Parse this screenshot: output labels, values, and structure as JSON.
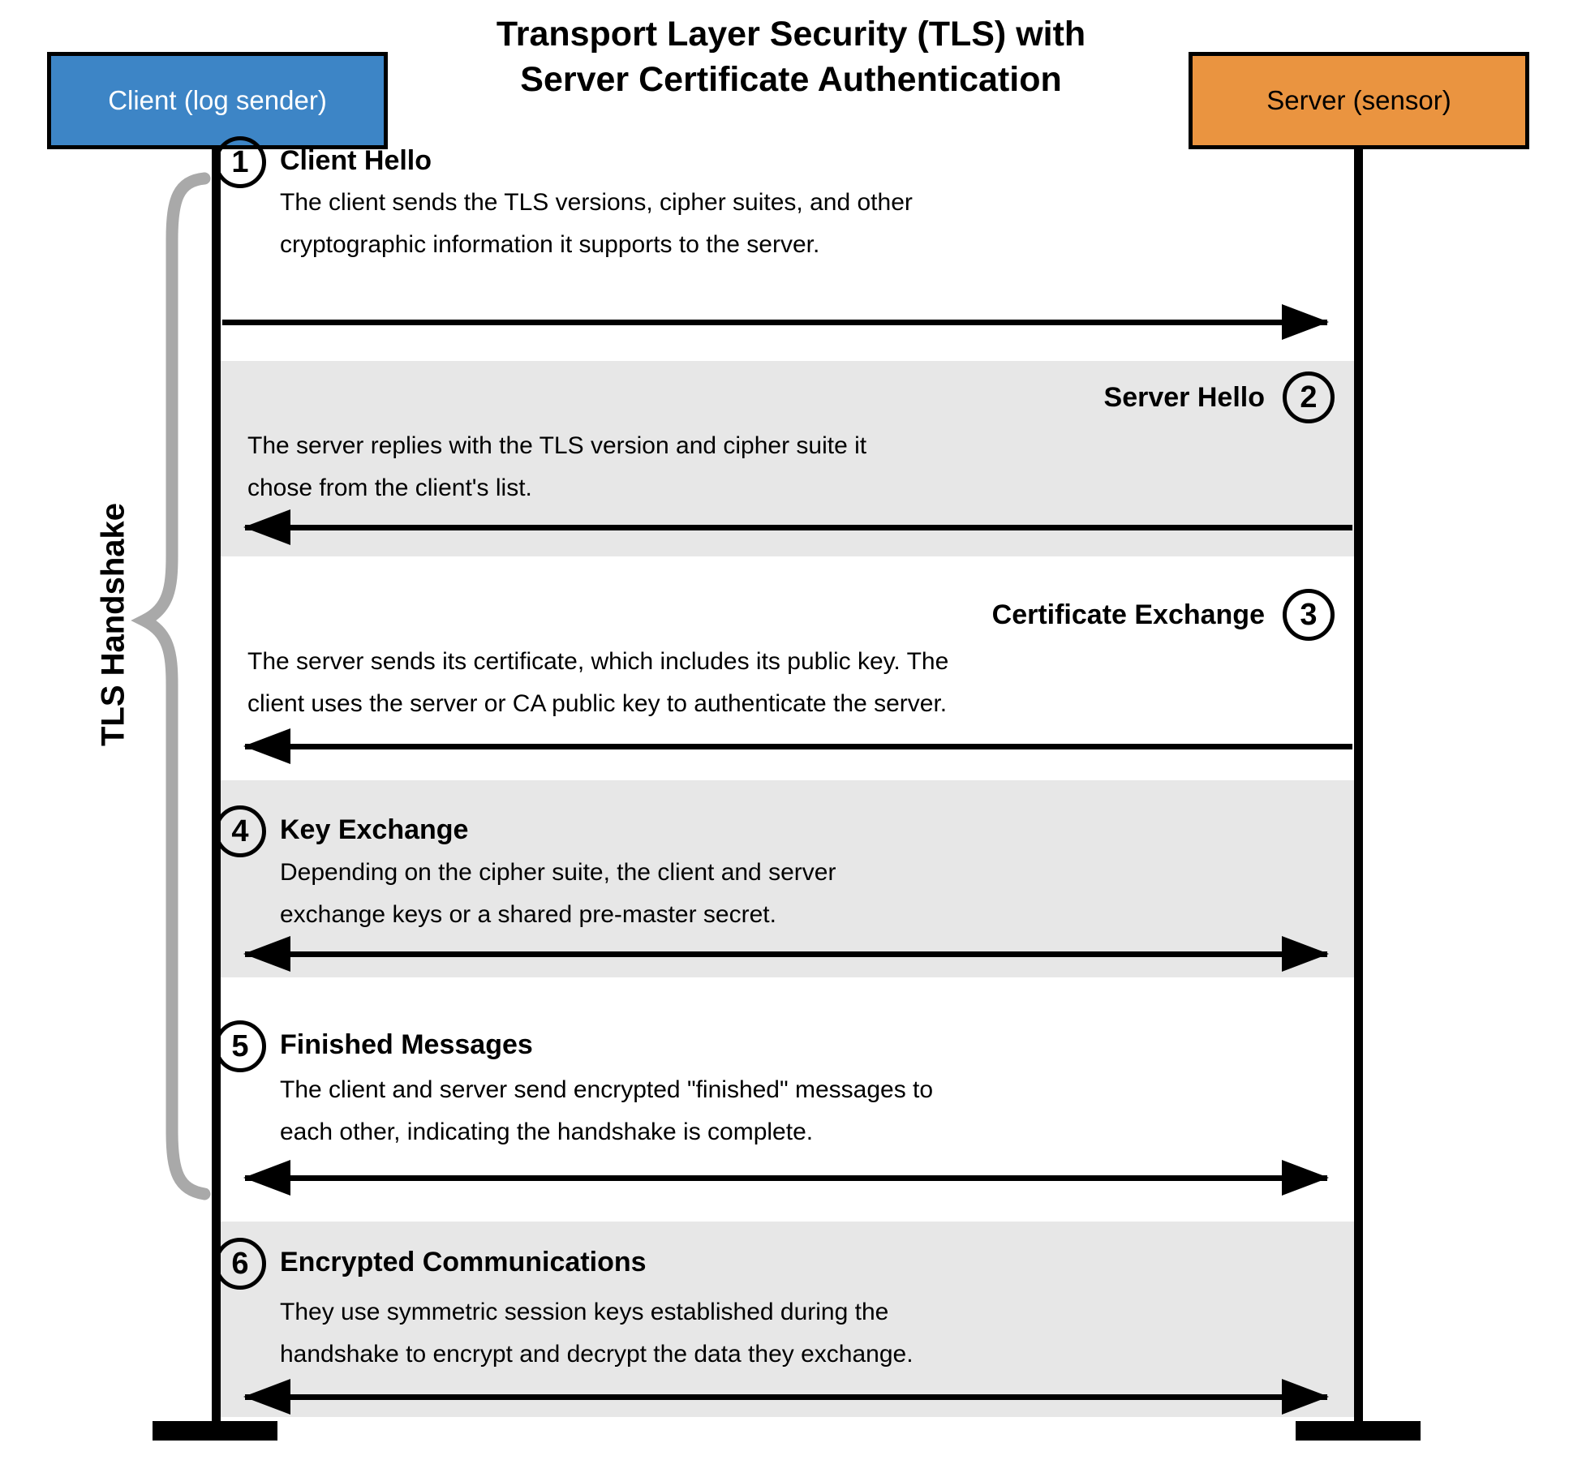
{
  "title": {
    "line1": "Transport Layer Security (TLS) with",
    "line2": "Server Certificate Authentication"
  },
  "actors": {
    "client": {
      "label": "Client (log sender)"
    },
    "server": {
      "label": "Server (sensor)"
    }
  },
  "group_label": "TLS Handshake",
  "steps": [
    {
      "number": "1",
      "title": "Client Hello",
      "desc1": "The client sends the TLS versions, cipher suites, and other",
      "desc2": "cryptographic information it supports to the server.",
      "arrow": "right",
      "from": "client",
      "to": "server",
      "band": "white"
    },
    {
      "number": "2",
      "title": "Server Hello",
      "desc1": "The server replies with the TLS version and cipher suite it",
      "desc2": "chose from the client's list.",
      "arrow": "left",
      "from": "server",
      "to": "client",
      "band": "gray"
    },
    {
      "number": "3",
      "title": "Certificate Exchange",
      "desc1": "The server sends its certificate, which includes its public key. The",
      "desc2": "client uses the server or CA public key to authenticate the server.",
      "arrow": "left",
      "from": "server",
      "to": "client",
      "band": "white"
    },
    {
      "number": "4",
      "title": "Key Exchange",
      "desc1": "Depending on the cipher suite, the client and server",
      "desc2": "exchange keys or a shared pre-master secret.",
      "arrow": "both",
      "from": "both",
      "to": "both",
      "band": "gray"
    },
    {
      "number": "5",
      "title": "Finished Messages",
      "desc1": "The client and server send encrypted \"finished\" messages to",
      "desc2": "each other, indicating the handshake is complete.",
      "arrow": "both",
      "from": "both",
      "to": "both",
      "band": "white"
    },
    {
      "number": "6",
      "title": "Encrypted Communications",
      "desc1": "They use symmetric session keys established during the",
      "desc2": "handshake to encrypt and decrypt the data they exchange.",
      "arrow": "both",
      "from": "both",
      "to": "both",
      "band": "gray"
    }
  ],
  "colors": {
    "client-fill": "#3d85c6",
    "server-fill": "#ea9440",
    "band": "#e7e7e7",
    "brace": "#a9a9a9",
    "ink": "#000000"
  }
}
